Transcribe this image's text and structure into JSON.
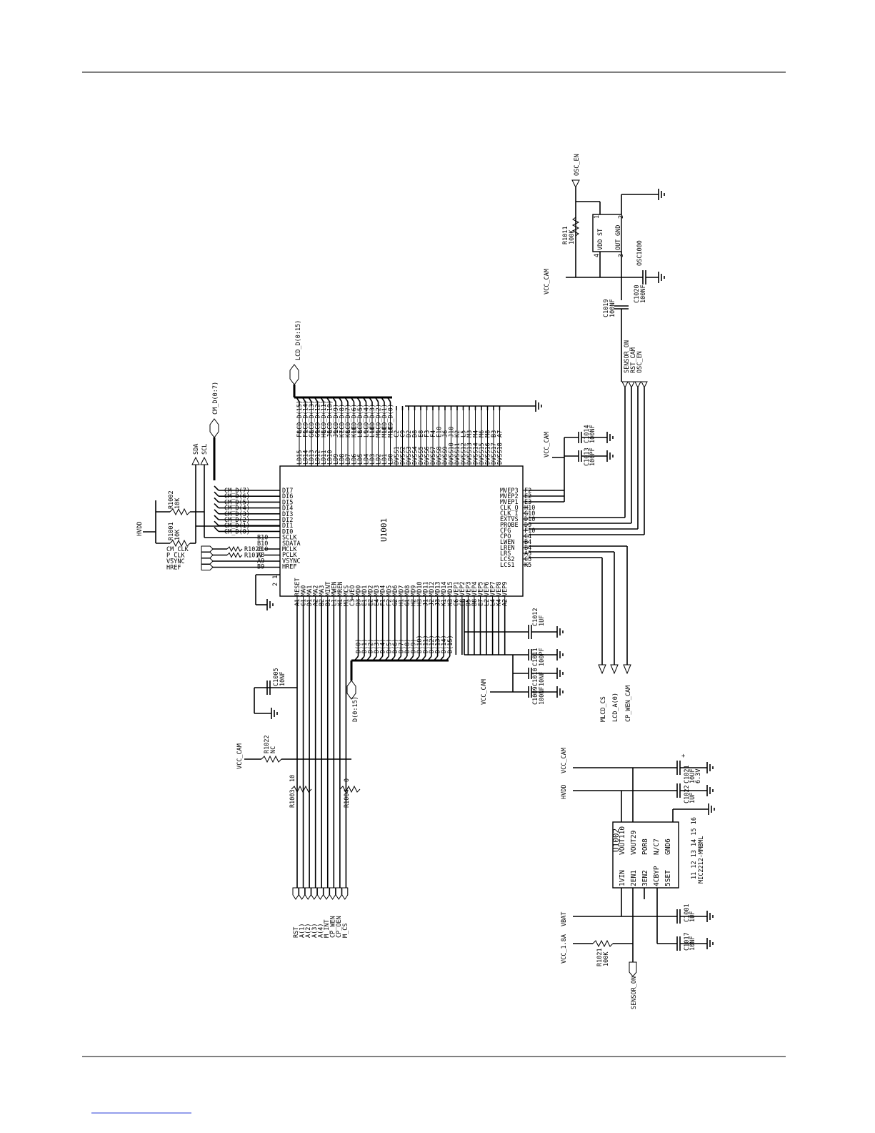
{
  "osc": {
    "port_label": "OSC_EN",
    "r1011_ref": "R1011",
    "r1011_value": "100K",
    "ref": "OSC1000",
    "pin_st": "ST",
    "pin_gnd": "GND",
    "pin_vdd": "VDD",
    "pin_out": "OUT",
    "pin1": "1",
    "pin2": "2",
    "pin3": "3",
    "pin4": "4",
    "vcc_label": "VCC_CAM",
    "c1020_ref": "C1020",
    "c1020_value": "100NF",
    "c1019_ref": "C1019",
    "c1019_value": "100NF"
  },
  "u1001": {
    "ref": "U1001",
    "lcd_bus_label": "LCD_D(0:15)",
    "d_bus_label": "D(0:15)",
    "vcc_cam_top": "VCC_CAM",
    "vcc_cam_bottom": "VCC_CAM",
    "c1013_ref": "C1013",
    "c1013_value": "100PF",
    "c1014_ref": "C1014",
    "c1014_value": "100NF",
    "c1012_ref": "C1012",
    "c1012_value": "1UF",
    "c1011_ref": "C1011",
    "c1011_value": "100PF",
    "c1010_ref": "C1010",
    "c1010_value": "10NF",
    "c1009_ref": "C1009",
    "c1009_value": "100NF",
    "right_nets": [
      "SENSOR_ON",
      "RST_CAM",
      "OSC_EN"
    ],
    "lcd_nets": [
      "MLCD_CS",
      "LCD_A(0)",
      "CP_WEN_CAM"
    ],
    "top_pins": [
      {
        "pin": "LD15",
        "ball": "F8",
        "net": "LCD_D(15)"
      },
      {
        "pin": "LD14",
        "ball": "F9",
        "net": "LCD_D(14)"
      },
      {
        "pin": "LD13",
        "ball": "G8",
        "net": "LCD_D(13)"
      },
      {
        "pin": "LD12",
        "ball": "G9",
        "net": "LCD_D(12)"
      },
      {
        "pin": "LD11",
        "ball": "H8",
        "net": "LCD_D(11)"
      },
      {
        "pin": "LD10",
        "ball": "J8",
        "net": "LCD_D(10)"
      },
      {
        "pin": "LD9",
        "ball": "J9",
        "net": "LCD_D(9)"
      },
      {
        "pin": "LD8",
        "ball": "K7",
        "net": "LCD_D(8)"
      },
      {
        "pin": "LD7",
        "ball": "K8",
        "net": "LCD_D(7)"
      },
      {
        "pin": "LD6",
        "ball": "K10",
        "net": "LCD_D(6)"
      },
      {
        "pin": "LD5",
        "ball": "L8",
        "net": "LCD_D(5)"
      },
      {
        "pin": "LD4",
        "ball": "L9",
        "net": "LCD_D(4)"
      },
      {
        "pin": "LD3",
        "ball": "L10",
        "net": "LCD_D(3)"
      },
      {
        "pin": "LD2",
        "ball": "M9",
        "net": "LCD_D(2)"
      },
      {
        "pin": "LD1",
        "ball": "M10",
        "net": "LCD_D(1)"
      },
      {
        "pin": "LD0",
        "ball": "M10",
        "net": "LCD_D(0)"
      },
      {
        "pin": "DVSS1",
        "ball": "C2",
        "net": ""
      },
      {
        "pin": "DVSS2",
        "ball": "C9",
        "net": ""
      },
      {
        "pin": "DVSS3",
        "ball": "D2",
        "net": ""
      },
      {
        "pin": "DVSS4",
        "ball": "D8",
        "net": ""
      },
      {
        "pin": "DVSS5",
        "ball": "E8",
        "net": ""
      },
      {
        "pin": "DVSS6",
        "ball": "F3",
        "net": ""
      },
      {
        "pin": "DVSS7",
        "ball": "F4",
        "net": ""
      },
      {
        "pin": "DVSS8",
        "ball": "E10",
        "net": ""
      },
      {
        "pin": "DVSS9",
        "ball": "J6",
        "net": ""
      },
      {
        "pin": "DVSS10",
        "ball": "J10",
        "net": ""
      },
      {
        "pin": "DVSS11",
        "ball": "K2",
        "net": ""
      },
      {
        "pin": "DVSS12",
        "ball": "L5",
        "net": ""
      },
      {
        "pin": "DVSS13",
        "ball": "M3",
        "net": ""
      },
      {
        "pin": "DVSS14",
        "ball": "M4",
        "net": ""
      },
      {
        "pin": "DVSS15",
        "ball": "M6",
        "net": ""
      },
      {
        "pin": "DVSS16",
        "ball": "M8",
        "net": ""
      },
      {
        "pin": "DVSS17",
        "ball": "B3",
        "net": ""
      },
      {
        "pin": "DVSS18",
        "ball": "A7",
        "net": ""
      }
    ],
    "right_pins": [
      {
        "pin": "MVEP3",
        "ball": "F2"
      },
      {
        "pin": "MVEP2",
        "ball": "E2"
      },
      {
        "pin": "MVEP1",
        "ball": "E3"
      },
      {
        "pin": "CLK_O",
        "ball": "H10"
      },
      {
        "pin": "CLK_I",
        "ball": "G10"
      },
      {
        "pin": "EXTVS",
        "ball": "D10"
      },
      {
        "pin": "PROBE",
        "ball": "D9"
      },
      {
        "pin": "CFG",
        "ball": "F10"
      },
      {
        "pin": "CPO",
        "ball": "C4"
      },
      {
        "pin": "LWEN",
        "ball": "B4"
      },
      {
        "pin": "LREN",
        "ball": "B4"
      },
      {
        "pin": "LRS",
        "ball": "A5"
      },
      {
        "pin": "LCS2",
        "ball": "C5"
      },
      {
        "pin": "LCS1",
        "ball": "K5"
      }
    ],
    "bottom_pins": [
      {
        "pin": "RESET",
        "ball": "A1"
      },
      {
        "pin": "MA0",
        "ball": "C1"
      },
      {
        "pin": "MA1",
        "ball": "D1"
      },
      {
        "pin": "MA2",
        "ball": "A2"
      },
      {
        "pin": "MA3",
        "ball": "B2"
      },
      {
        "pin": "MINT",
        "ball": "B1"
      },
      {
        "pin": "MWEN",
        "ball": "L1"
      },
      {
        "pin": "MREN",
        "ball": "K1"
      },
      {
        "pin": "MCS",
        "ball": "M1"
      },
      {
        "pin": "VEO",
        "ball": "C3"
      },
      {
        "pin": "MD0",
        "ball": "D3"
      },
      {
        "pin": "MD1",
        "ball": "E1"
      },
      {
        "pin": "MD2",
        "ball": "E2"
      },
      {
        "pin": "MD3",
        "ball": "E4"
      },
      {
        "pin": "MD4",
        "ball": "F1"
      },
      {
        "pin": "MD5",
        "ball": "F2"
      },
      {
        "pin": "MD6",
        "ball": "G2"
      },
      {
        "pin": "MD7",
        "ball": "H1"
      },
      {
        "pin": "MD8",
        "ball": "G1"
      },
      {
        "pin": "MD9",
        "ball": "H2"
      },
      {
        "pin": "MD10",
        "ball": "H3"
      },
      {
        "pin": "MD11",
        "ball": "J1"
      },
      {
        "pin": "MD12",
        "ball": "J2"
      },
      {
        "pin": "MD13",
        "ball": "J3"
      },
      {
        "pin": "MD14",
        "ball": "K1"
      },
      {
        "pin": "MD15",
        "ball": "K3"
      },
      {
        "pin": "VEP1",
        "ball": "C6"
      },
      {
        "pin": "VEP2",
        "ball": "C8"
      },
      {
        "pin": "VEP3",
        "ball": "D5"
      },
      {
        "pin": "VEP4",
        "ball": "B8"
      },
      {
        "pin": "VEP5",
        "ball": "E7"
      },
      {
        "pin": "VEP6",
        "ball": "L2"
      },
      {
        "pin": "VEP7",
        "ball": "L4"
      },
      {
        "pin": "VEP8",
        "ball": "K4"
      },
      {
        "pin": "VEP9",
        "ball": "A2"
      }
    ],
    "left_pins": [
      {
        "pin": "DI7",
        "ball": "",
        "net": "CM_D(7)"
      },
      {
        "pin": "DI6",
        "ball": "",
        "net": "CM_D(6)"
      },
      {
        "pin": "DI5",
        "ball": "",
        "net": "CM_D(5)"
      },
      {
        "pin": "DI4",
        "ball": "",
        "net": "CM_D(4)"
      },
      {
        "pin": "DI3",
        "ball": "",
        "net": "CM_D(3)"
      },
      {
        "pin": "DI2",
        "ball": "",
        "net": "CM_D(2)"
      },
      {
        "pin": "DI1",
        "ball": "",
        "net": "CM_D(1)"
      },
      {
        "pin": "DI0",
        "ball": "",
        "net": "CM_D(0)"
      },
      {
        "pin": "SCLK",
        "ball": "B10",
        "net": ""
      },
      {
        "pin": "SDATA",
        "ball": "B10",
        "net": ""
      },
      {
        "pin": "MCLK",
        "ball": "C10",
        "net": ""
      },
      {
        "pin": "PCLK",
        "ball": "A8",
        "net": ""
      },
      {
        "pin": "VSYNC",
        "ball": "A9",
        "net": ""
      },
      {
        "pin": "HREF",
        "ball": "B9",
        "net": ""
      }
    ]
  },
  "camera": {
    "cm_bus_label": "CM_D(0:7)",
    "sda": "SDA",
    "scl": "SCL",
    "hvdd": "HVDD",
    "r1002_ref": "R1002",
    "r1002_value": "10K",
    "r1001_ref": "R1001",
    "r1001_value": "10K",
    "pin_21": "2 1",
    "sync": [
      {
        "net": "CM_CLK",
        "res_ref": "R1020"
      },
      {
        "net": "P_CLK",
        "res_ref": "R1019"
      },
      {
        "net": "VSYNC",
        "res_ref": ""
      },
      {
        "net": "HREF",
        "res_ref": ""
      }
    ]
  },
  "cpu": {
    "c1005_ref": "C1005",
    "c1005_value": "10NF",
    "vcc_label": "VCC_CAM",
    "r1022_ref": "R1022",
    "r1022_value": "NC",
    "r1003_ref": "R1003",
    "r1003_value": "10",
    "r1004_ref": "R1004",
    "r1004_value": "0",
    "flags": [
      "RST",
      "A(1)",
      "A(2)",
      "A(3)",
      "A(4)",
      "M_INT",
      "CP_WEN",
      "CP_OEN",
      "M_CS"
    ]
  },
  "ldo": {
    "ref": "U1002",
    "part": "MIC2212-MMBML",
    "vcc_cam": "VCC_CAM",
    "hvdd": "HVDD",
    "vbat": "VBAT",
    "vcc_1v8": "VCC_1.8A",
    "sensor_on": "SENSOR_ON",
    "plus": "+",
    "c1021_ref": "C1021",
    "c1021_value": "10UF",
    "c1021_voltage": "6.3V",
    "c1022_ref": "C1022",
    "c1022_value": "1UF",
    "c1001_ref": "C1001",
    "c1001_value": "1UF",
    "c1017_ref": "C1017",
    "c1017_value": "10NF",
    "r1021_ref": "R1021",
    "r1021_value": "100K",
    "left_pins": [
      {
        "num": "1",
        "name": "VIN"
      },
      {
        "num": "2",
        "name": "EN1"
      },
      {
        "num": "3",
        "name": "EN2"
      },
      {
        "num": "4",
        "name": "CBYP"
      },
      {
        "num": "5",
        "name": "SET"
      }
    ],
    "right_pins": [
      {
        "num": "10",
        "name": "VOUT1"
      },
      {
        "num": "9",
        "name": "VOUT2"
      },
      {
        "num": "8",
        "name": "POR"
      },
      {
        "num": "7",
        "name": "N/C"
      },
      {
        "num": "6",
        "name": "GND"
      }
    ],
    "epad": "11 12 13 14 15 16"
  }
}
